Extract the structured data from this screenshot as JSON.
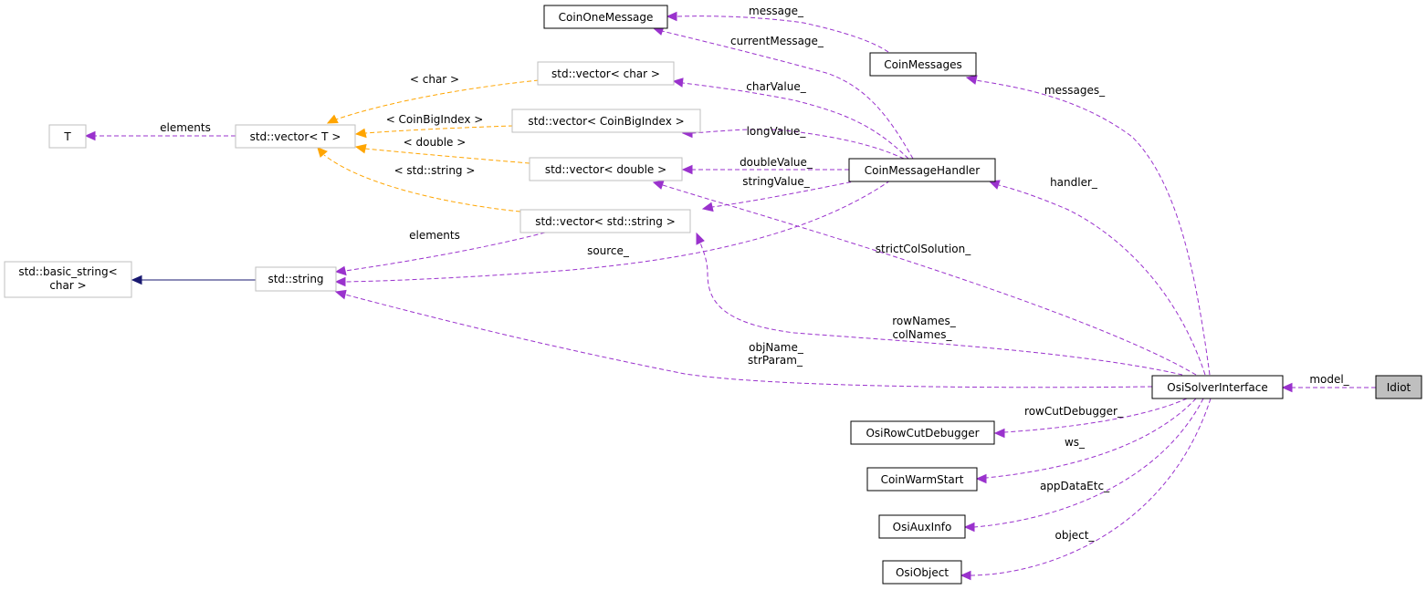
{
  "nodes": {
    "coin_one_message": "CoinOneMessage",
    "coin_messages": "CoinMessages",
    "vector_char": "std::vector< char >",
    "vector_coin_big_index": "std::vector< CoinBigIndex >",
    "vector_double": "std::vector< double >",
    "vector_string": "std::vector< std::string >",
    "vector_t": "std::vector< T >",
    "t": "T",
    "basic_string_line1": "std::basic_string<",
    "basic_string_line2": "char >",
    "std_string": "std::string",
    "coin_message_handler": "CoinMessageHandler",
    "osi_solver_interface": "OsiSolverInterface",
    "idiot": "Idiot",
    "osi_row_cut_debugger": "OsiRowCutDebugger",
    "coin_warm_start": "CoinWarmStart",
    "osi_aux_info": "OsiAuxInfo",
    "osi_object": "OsiObject"
  },
  "edge_labels": {
    "message": "message_",
    "current_message": "currentMessage_",
    "messages": "messages_",
    "char_template": "< char >",
    "char_value": "charValue_",
    "elements_t": "elements",
    "coin_big_index_template": "< CoinBigIndex >",
    "long_value": "longValue_",
    "double_template": "< double >",
    "double_value": "doubleValue_",
    "string_template": "< std::string >",
    "string_value": "stringValue_",
    "handler": "handler_",
    "elements_string": "elements",
    "source": "source_",
    "strict_col_solution": "strictColSolution_",
    "row_names": "rowNames_",
    "col_names": "colNames_",
    "obj_name": "objName_",
    "str_param": "strParam_",
    "model": "model_",
    "row_cut_debugger": "rowCutDebugger_",
    "ws": "ws_",
    "app_data_etc": "appDataEtc_",
    "object": "object_"
  },
  "colors": {
    "usage_edge": "#9a32cd",
    "template_edge": "#ffa500",
    "inheritance_edge": "#191970",
    "focus_fill": "#bfbfbf"
  }
}
